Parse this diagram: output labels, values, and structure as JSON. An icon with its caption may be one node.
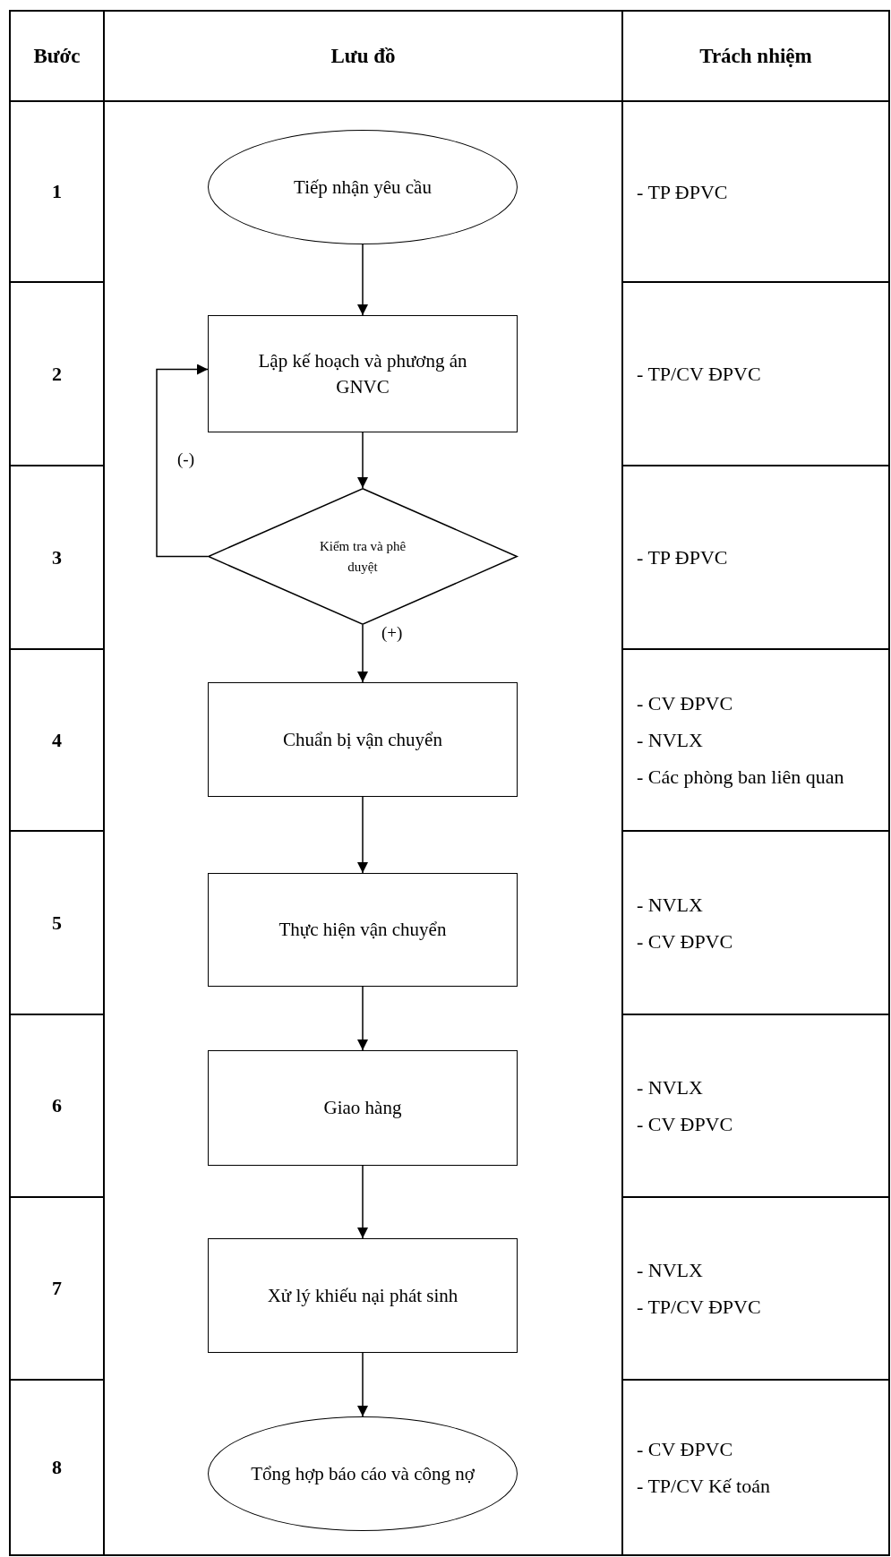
{
  "diagram": {
    "nodes": [
      {
        "text": [
          "Tiếp nhận yêu cầu"
        ]
      },
      {
        "text": [
          "Lập kế hoạch và phương án GNVC"
        ]
      },
      {
        "text": [
          "Kiểm tra và phê duyệt"
        ]
      },
      {
        "text": [
          "Chuẩn bị vận chuyển"
        ]
      },
      {
        "text": [
          "Thực hiện vận chuyển"
        ]
      },
      {
        "text": [
          "Giao hàng"
        ]
      },
      {
        "text": [
          "Xử lý khiếu nại phát sinh"
        ]
      },
      {
        "text": [
          "Tổng hợp báo cáo và công nợ"
        ]
      }
    ],
    "edges": [
      {
        "from": 0,
        "to": 1,
        "arrow": "to"
      },
      {
        "from": 1,
        "to": 2,
        "arrow": "to"
      },
      {
        "from": 2,
        "to": 1,
        "arrow": "to",
        "label": "(-)"
      },
      {
        "from": 2,
        "to": 3,
        "arrow": "to",
        "label": "(+)"
      },
      {
        "from": 3,
        "to": 4,
        "arrow": "to"
      },
      {
        "from": 4,
        "to": 5,
        "arrow": "to"
      },
      {
        "from": 5,
        "to": 6,
        "arrow": "to"
      },
      {
        "from": 6,
        "to": 7,
        "arrow": "to"
      }
    ],
    "labels": [
      "Bước",
      "Lưu đồ",
      "Trách nhiệm",
      "1",
      "- TP ĐPVC",
      "2",
      "- TP/CV ĐPVC",
      "3",
      "- TP ĐPVC",
      "4",
      "- CV ĐPVC",
      "- NVLX",
      "- Các phòng ban liên quan",
      "5",
      "- NVLX",
      "- CV ĐPVC",
      "6",
      "- NVLX",
      "- CV ĐPVC",
      "7",
      "- NVLX",
      "- TP/CV ĐPVC",
      "8",
      "- CV ĐPVC",
      "- TP/CV Kế toán"
    ]
  }
}
